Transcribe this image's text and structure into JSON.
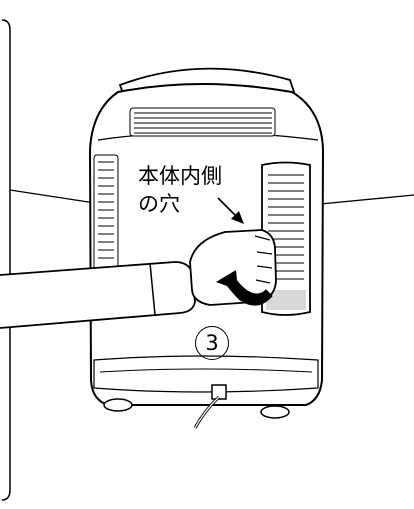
{
  "annotation": {
    "line1": "本体内側",
    "line2": "の穴"
  },
  "step_marker": "3"
}
